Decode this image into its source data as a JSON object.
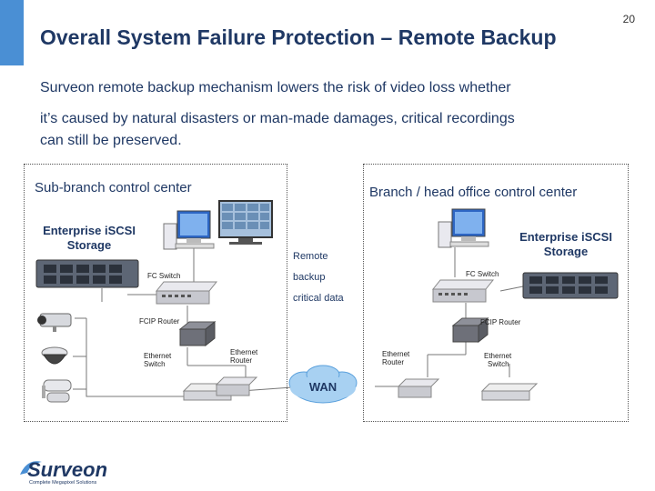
{
  "slide": {
    "title": "Overall System Failure Protection – Remote Backup",
    "page_number": "20",
    "body_lines": [
      "Surveon remote backup mechanism lowers  the risk of video loss whether",
      "it’s caused by natural disasters or man-made damages, critical recordings",
      "can still be preserved."
    ]
  },
  "diagram": {
    "left_box_label": "Sub-branch control center",
    "right_box_label": "Branch / head office control center",
    "left_storage_label": [
      "Enterprise iSCSI",
      "Storage"
    ],
    "right_storage_label": [
      "Enterprise iSCSI",
      "Storage"
    ],
    "remote_label": [
      "Remote",
      "backup",
      "critical data"
    ],
    "wan_label": "WAN",
    "devices": {
      "left_fc_switch": "FC Switch",
      "left_fcip_router": "FCIP Router",
      "left_ethernet_switch": "Ethernet Switch",
      "left_ethernet_router": "Ethernet Router",
      "right_fc_switch": "FC Switch",
      "right_fcip_router": "FCIP Router",
      "right_ethernet_router": "Ethernet Router",
      "right_ethernet_switch": "Ethernet Switch"
    },
    "colors": {
      "accent": "#4a8fd4",
      "text": "#1f3864",
      "wan_cloud": "#9cc9ee"
    }
  },
  "logo": {
    "word": "Surveon",
    "tagline": "Complete Megapixel Solutions"
  }
}
